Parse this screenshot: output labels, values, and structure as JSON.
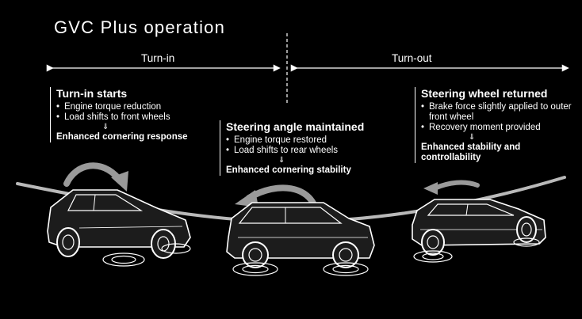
{
  "title": "GVC Plus operation",
  "phases": {
    "turn_in": "Turn-in",
    "turn_out": "Turn-out"
  },
  "stages": [
    {
      "heading": "Turn-in starts",
      "bullets": [
        "Engine torque reduction",
        "Load shifts to front wheels"
      ],
      "arrow": "⇓",
      "result": "Enhanced cornering response"
    },
    {
      "heading": "Steering angle maintained",
      "bullets": [
        "Engine torque restored",
        "Load shifts to rear wheels"
      ],
      "arrow": "⇓",
      "result": "Enhanced cornering stability"
    },
    {
      "heading": "Steering wheel returned",
      "bullets": [
        "Brake force slightly applied to outer front wheel",
        "Recovery moment provided"
      ],
      "arrow": "⇓",
      "result": "Enhanced stability and controllability"
    }
  ],
  "colors": {
    "background": "#000000",
    "text": "#ffffff",
    "road": "#b9b9b9",
    "motion_arrow": "#9a9a9a",
    "car_body": "#1c1c1c"
  }
}
